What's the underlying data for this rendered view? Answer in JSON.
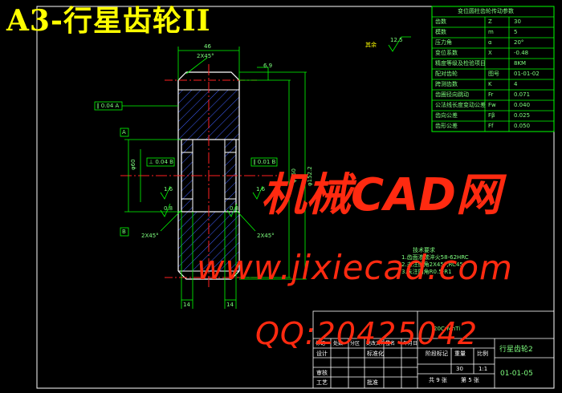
{
  "sheet": {
    "title": "A3-行星齿轮II",
    "watermark": {
      "line1": "机械CAD网",
      "line2": "www.jixiecad.com",
      "line3": "QQ:20425042"
    }
  },
  "dimensions": {
    "width_top": "46",
    "chamfer_top": "2X45°",
    "chamfer_bl": "2X45°",
    "chamfer_br": "2X45°",
    "right_offset": "6.9",
    "hub_left": "14",
    "hub_right": "14",
    "roughness_general": "12.5",
    "roughness_bore": "1.6",
    "roughness_small": "0.8",
    "dia_bore": "φ60",
    "dia_pitch": "φ150",
    "dia_outer": "φ152.2"
  },
  "tolerance_frames": {
    "left_top": "∥ 0.04 A",
    "left_mid": "⊥ 0.04 B",
    "right_mid": "∥ 0.01 B"
  },
  "labels": {
    "remaining_roughness": "其余",
    "datum_A": "A",
    "datum_B": "B"
  },
  "tech_notes": {
    "title": "技术要求",
    "lines": [
      "1.齿面渗碳淬火58-62HRC",
      "2.未注倒角2X45°,RC45",
      "3.未注圆角R0.5-R1"
    ]
  },
  "param_table": {
    "header": "变位圆柱齿轮传动参数",
    "rows": [
      {
        "name": "齿数",
        "sym": "Z",
        "val": "30"
      },
      {
        "name": "模数",
        "sym": "m",
        "val": "5"
      },
      {
        "name": "压力角",
        "sym": "α",
        "val": "20°"
      },
      {
        "name": "变位系数",
        "sym": "X",
        "val": "-0.48"
      },
      {
        "name": "精度等级及检验项目",
        "sym": "",
        "val": "8KM"
      },
      {
        "name": "配对齿轮",
        "sym": "图号",
        "val": "01-01-02"
      },
      {
        "name": "跨测齿数",
        "sym": "K",
        "val": "4"
      },
      {
        "name": "齿圈径向跳动",
        "sym": "Fr",
        "val": "0.071"
      },
      {
        "name": "公法线长度变动公差",
        "sym": "Fw",
        "val": "0.040"
      },
      {
        "name": "齿向公差",
        "sym": "Fβ",
        "val": "0.025"
      },
      {
        "name": "齿形公差",
        "sym": "Ff",
        "val": "0.050"
      }
    ]
  },
  "title_block": {
    "material": "20CrMnTi",
    "part_name": "行星齿轮2",
    "drawing_no": "01-01-05",
    "scale_label": "比例",
    "weight_label": "重量",
    "stage_label": "阶段标记",
    "scale_value": "1:1",
    "qty_value": "30",
    "sheet_total": "共 9 张",
    "sheet_no": "第 5 张",
    "row_labels": [
      "标记",
      "处数",
      "分区",
      "更改文件号",
      "签名",
      "年月日"
    ],
    "left_labels": [
      "设计",
      "审核",
      "工艺"
    ],
    "mid_labels": [
      "标准化",
      "批准"
    ]
  },
  "colors": {
    "background": "#000000",
    "outline": "#ffffff",
    "dimension": "#00ff00",
    "hatch": "#4060ff",
    "center": "#ff2020",
    "title": "#ffff00",
    "watermark": "#ff2a10"
  }
}
